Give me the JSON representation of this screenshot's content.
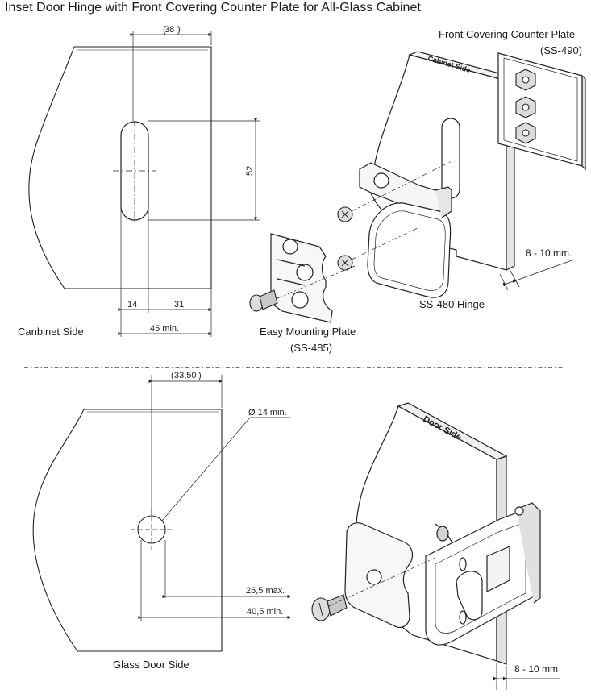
{
  "title": "Inset Door Hinge with Front Covering Counter Plate for All-Glass Cabinet",
  "top": {
    "dim_38": "38",
    "dim_52": "52",
    "dim_14": "14",
    "dim_31": "31",
    "dim_45": "45 min.",
    "cabinet_side_label": "Canbinet Side",
    "counter_plate_label": "Front Covering Counter Plate",
    "counter_plate_code": "(SS-490)",
    "cabinet_side_engraving": "Cabinet Side",
    "hinge_label": "SS-480 Hinge",
    "mounting_plate_label": "Easy Mounting Plate",
    "mounting_plate_code": "(SS-485)",
    "glass_thickness": "8 - 10 mm."
  },
  "bottom": {
    "dim_3350": "33,50",
    "dim_diameter": "Ø 14 min.",
    "dim_265": "26,5 max.",
    "dim_405": "40,5 min.",
    "door_side_label": "Glass Door Side",
    "door_side_engraving": "Door Side",
    "glass_thickness": "8 - 10 mm"
  },
  "colors": {
    "line": "#222222",
    "fill_light": "#ffffff",
    "fill_gray": "#e6e6e6"
  }
}
